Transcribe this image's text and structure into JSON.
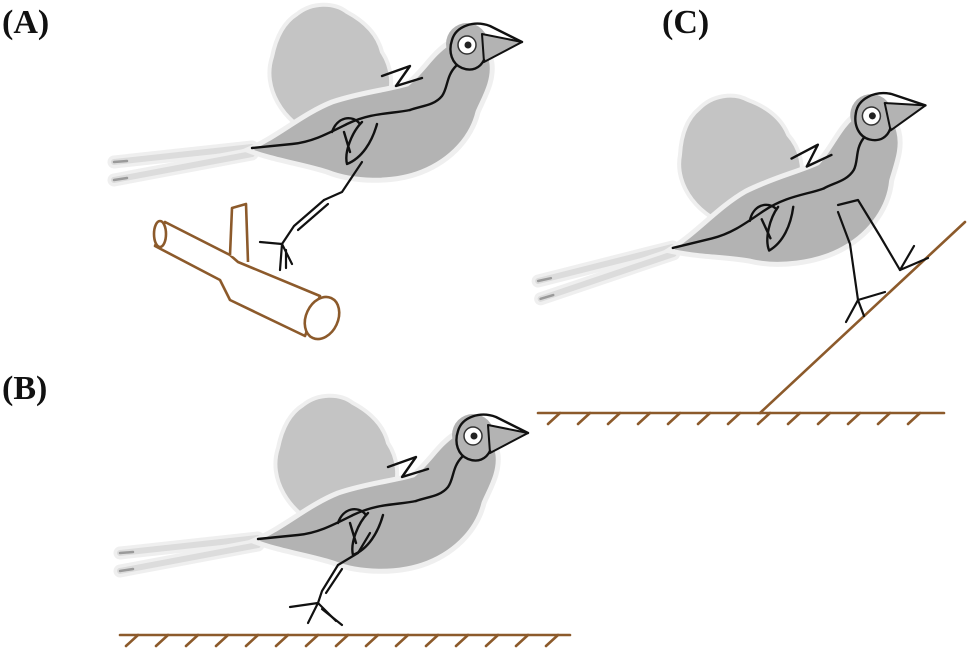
{
  "panels": [
    {
      "id": "A",
      "label": "(A)",
      "substrate": "branch"
    },
    {
      "id": "B",
      "label": "(B)",
      "substrate": "flat-ground"
    },
    {
      "id": "C",
      "label": "(C)",
      "substrate": "inclined-slope"
    }
  ],
  "colors": {
    "body": "#b3b3b3",
    "wing": "#c2c2c2",
    "tail": "#e4e4e4",
    "halo": "#efefef",
    "skeleton": "#111111",
    "ground": "#8c5a2b",
    "branch_fill": "#ffffff"
  },
  "icons": {
    "bird": "bird-silhouette-icon",
    "branch": "tree-branch-icon",
    "ground": "hatched-ground-icon",
    "slope": "inclined-surface-icon"
  }
}
